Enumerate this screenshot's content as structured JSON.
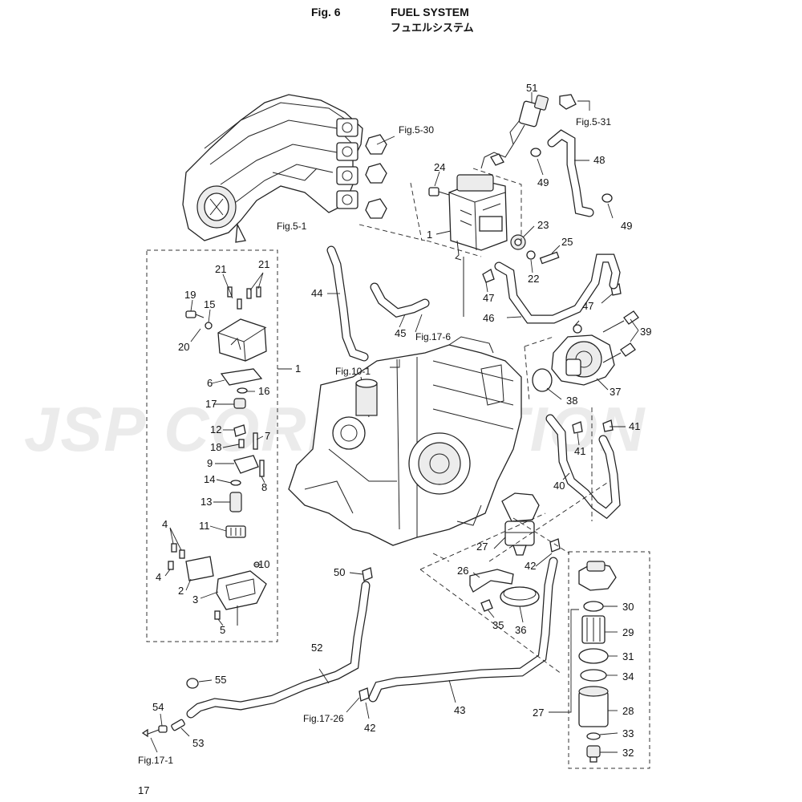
{
  "header": {
    "fig_number": "Fig. 6",
    "title": "FUEL SYSTEM",
    "title_jp": "フュエルシステム"
  },
  "page_number": "17",
  "watermark": "JSP CORPORATION",
  "references": {
    "fig_5_30": "Fig.5-30",
    "fig_5_31": "Fig.5-31",
    "fig_5_1": "Fig.5-1",
    "fig_17_6": "Fig.17-6",
    "fig_10_1": "Fig.10-1",
    "fig_17_26": "Fig.17-26",
    "fig_17_1": "Fig.17-1"
  },
  "callouts": {
    "c51": "51",
    "c24": "24",
    "c49a": "49",
    "c48": "48",
    "c49b": "49",
    "c1a": "1",
    "c23": "23",
    "c25": "25",
    "c22": "22",
    "c47a": "47",
    "c47b": "47",
    "c44": "44",
    "c45": "45",
    "c46": "46",
    "c39": "39",
    "c37": "37",
    "c38": "38",
    "c41a": "41",
    "c41b": "41",
    "c40": "40",
    "c21a": "21",
    "c21b": "21",
    "c19": "19",
    "c15": "15",
    "c20": "20",
    "c1b": "1",
    "c6": "6",
    "c16": "16",
    "c17": "17",
    "c12": "12",
    "c7": "7",
    "c18": "18",
    "c9": "9",
    "c14": "14",
    "c8": "8",
    "c13": "13",
    "c11": "11",
    "c4a": "4",
    "c4b": "4",
    "c10": "10",
    "c2": "2",
    "c3": "3",
    "c5": "5",
    "c27a": "27",
    "c26": "26",
    "c42a": "42",
    "c50": "50",
    "c35": "35",
    "c36": "36",
    "c30": "30",
    "c29": "29",
    "c31": "31",
    "c34": "34",
    "c28": "28",
    "c27b": "27",
    "c33": "33",
    "c32": "32",
    "c52": "52",
    "c55": "55",
    "c54": "54",
    "c53": "53",
    "c42b": "42",
    "c43": "43"
  }
}
